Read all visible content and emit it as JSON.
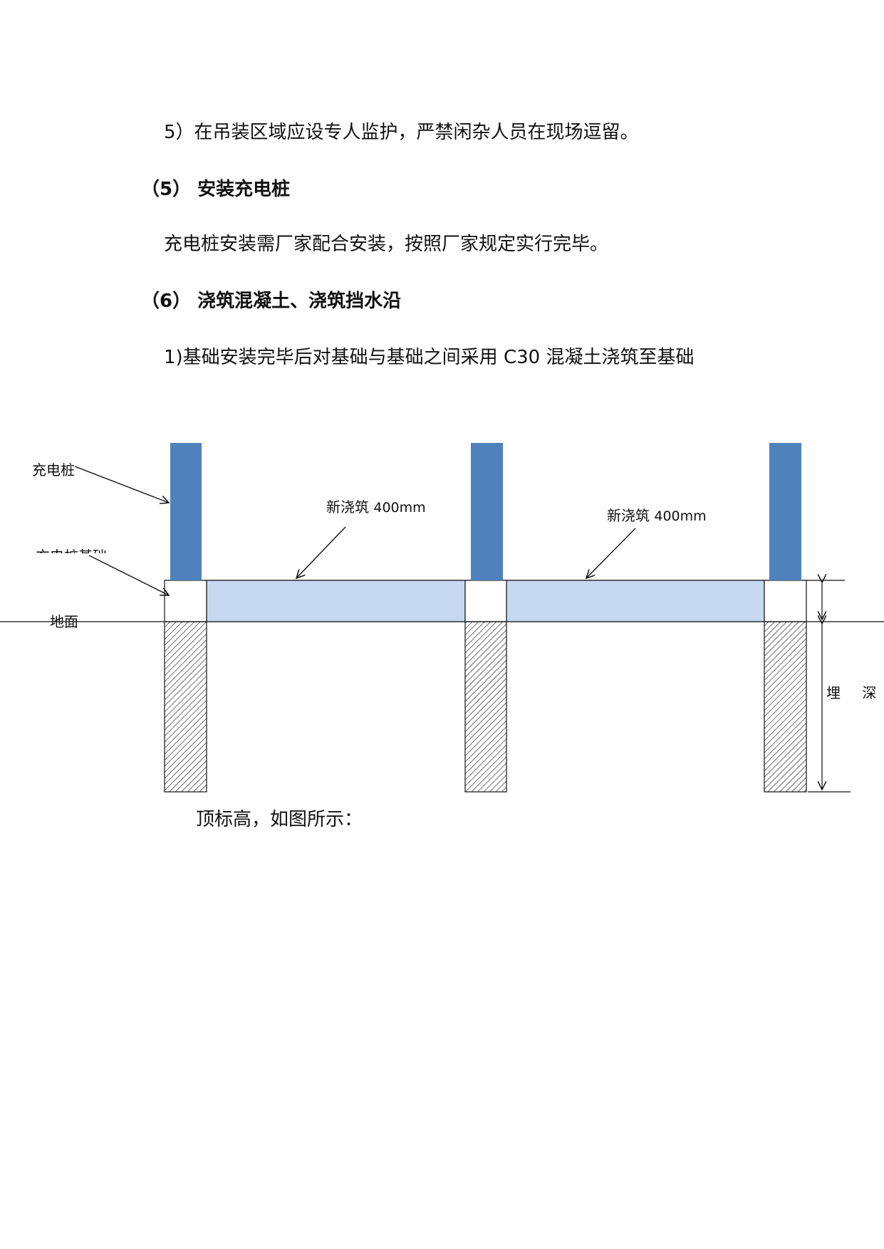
{
  "content": {
    "item5": "5）在吊装区域应设专人监护，严禁闲杂人员在现场逗留。",
    "heading5": "（5） 安装充电桩",
    "para_install": "充电桩安装需厂家配合安装，按照厂家规定实行完毕。",
    "heading6": "（6） 浇筑混凝土、浇筑挡水沿",
    "para_pour": "1)基础安装完毕后对基础与基础之间采用 C30 混凝土浇筑至基础",
    "para_continue": "顶标高，如图所示："
  },
  "diagram": {
    "label_pile": "充电桩",
    "label_foundation": "充电桩基础",
    "label_ground": "地面",
    "label_pour_1_text": "新浇筑 ",
    "label_pour_1_value": "400mm",
    "label_pour_2_text": "新浇筑 ",
    "label_pour_2_value": "400mm",
    "label_depth": "埋 深",
    "colors": {
      "pile": "#4f81bd",
      "new_concrete": "#c6d9f1",
      "line": "#111111"
    }
  }
}
